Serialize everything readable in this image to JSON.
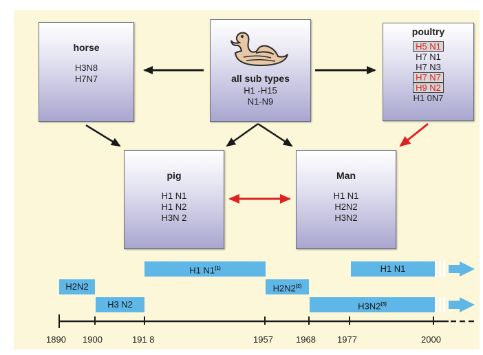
{
  "hosts": {
    "horse": {
      "title": "horse",
      "lines": [
        "H3N8",
        "H7N7"
      ]
    },
    "birds": {
      "title": "all sub types",
      "lines": [
        "H1 -H15",
        "N1-N9"
      ]
    },
    "poultry": {
      "title": "poultry",
      "lines": [
        "H5 N1",
        "H7 N1",
        "H7 N3",
        "H7 N7",
        "H9 N2",
        "H1 0N7"
      ]
    },
    "pig": {
      "title": "pig",
      "lines": [
        "H1 N1",
        "H1 N2",
        "H3N 2"
      ]
    },
    "man": {
      "title": "Man",
      "lines": [
        "H1 N1",
        "H2N2",
        "H3N2"
      ]
    }
  },
  "timeline": {
    "bars": [
      {
        "label": "H1 N1",
        "note": "(1)"
      },
      {
        "label": "H1 N1",
        "note": ""
      },
      {
        "label": "H2N2",
        "note": ""
      },
      {
        "label": "H2N2",
        "note": "(2)"
      },
      {
        "label": "H3 N2",
        "note": ""
      },
      {
        "label": "H3N2",
        "note": "(3)"
      }
    ],
    "ticks": [
      "1890",
      "1900",
      "191 8",
      "1957",
      "1968",
      "1977",
      "2000"
    ]
  },
  "colors": {
    "background": "#fbf7d8",
    "bar": "#5fb7e8",
    "highlight_text": "#dd2222",
    "arrow_black": "#1a1a1a",
    "arrow_red": "#dd2222"
  }
}
